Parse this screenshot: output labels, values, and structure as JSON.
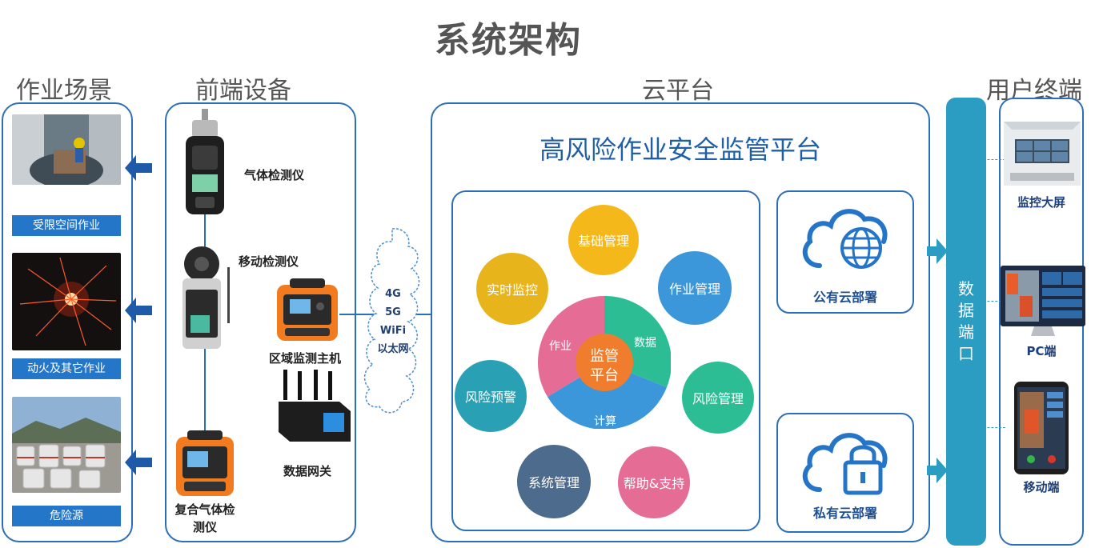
{
  "title": "系统架构",
  "sections": {
    "scenes": "作业场景",
    "devices": "前端设备",
    "cloud": "云平台",
    "users": "用户终端"
  },
  "scenes": [
    {
      "label": "受限空间作业"
    },
    {
      "label": "动火及其它作业"
    },
    {
      "label": "危险源"
    }
  ],
  "devices": {
    "gas_detector": "气体检测仪",
    "mobile_detector": "移动检测仪",
    "area_host": "区域监测主机",
    "gateway": "数据网关",
    "composite_detector": "复合气体检\n测仪"
  },
  "network": {
    "items": [
      "4G",
      "5G",
      "WiFi",
      "以太网"
    ]
  },
  "platform": {
    "title": "高风险作业安全监管平台",
    "modules": [
      "基础管理",
      "实时监控",
      "作业管理",
      "风险预警",
      "风险管理",
      "系统管理",
      "帮助&支持"
    ],
    "core": {
      "center": "监管\n平台",
      "work": "作业",
      "data": "数据",
      "compute": "计算"
    },
    "public_cloud": "公有云部署",
    "private_cloud": "私有云部署"
  },
  "data_port": "数据端口",
  "terminals": [
    {
      "label": "监控大屏"
    },
    {
      "label": "PC端"
    },
    {
      "label": "移动端"
    }
  ],
  "colors": {
    "frame": "#2d6fb6",
    "base_mgmt": "#f5b81a",
    "realtime": "#e8b41c",
    "work_mgmt": "#3b97d9",
    "risk_warn": "#2aa0b5",
    "risk_mgmt": "#2dbd95",
    "system_mgmt": "#4d6b8c",
    "help": "#e46c95",
    "core_center": "#f07d2e",
    "port": "#2b9cc2"
  }
}
